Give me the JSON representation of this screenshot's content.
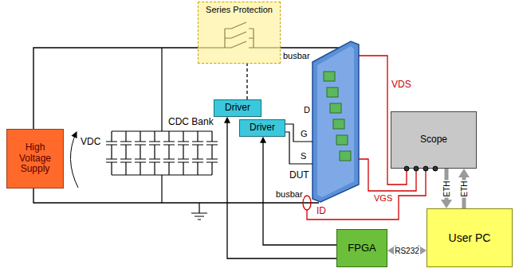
{
  "diagram": {
    "nodes": [
      {
        "text": [
          "Series Protection"
        ]
      },
      {
        "text": [
          "Driver"
        ]
      },
      {
        "text": [
          "Driver"
        ]
      },
      {
        "text": [
          "High Voltage Supply"
        ]
      },
      {
        "text": [
          "Scope"
        ]
      },
      {
        "text": [
          "FPGA"
        ]
      },
      {
        "text": [
          "User PC"
        ]
      }
    ],
    "edges": [
      {
        "from": 1,
        "to": 0,
        "arrow": "none"
      },
      {
        "from": 5,
        "to": 1,
        "arrow": "to"
      },
      {
        "from": 5,
        "to": 2,
        "arrow": "to"
      },
      {
        "from": 5,
        "to": 6,
        "label": "RS232",
        "arrow": "both"
      },
      {
        "from": 4,
        "to": 6,
        "label": "ETH",
        "arrow": "to"
      },
      {
        "from": 6,
        "to": 4,
        "label": "ETH",
        "arrow": "to"
      }
    ],
    "labels": [
      "VDC",
      "CDC Bank",
      "busbar",
      "busbar",
      "D",
      "G",
      "S",
      "DUT",
      "VDS",
      "VGS",
      "ID"
    ]
  }
}
